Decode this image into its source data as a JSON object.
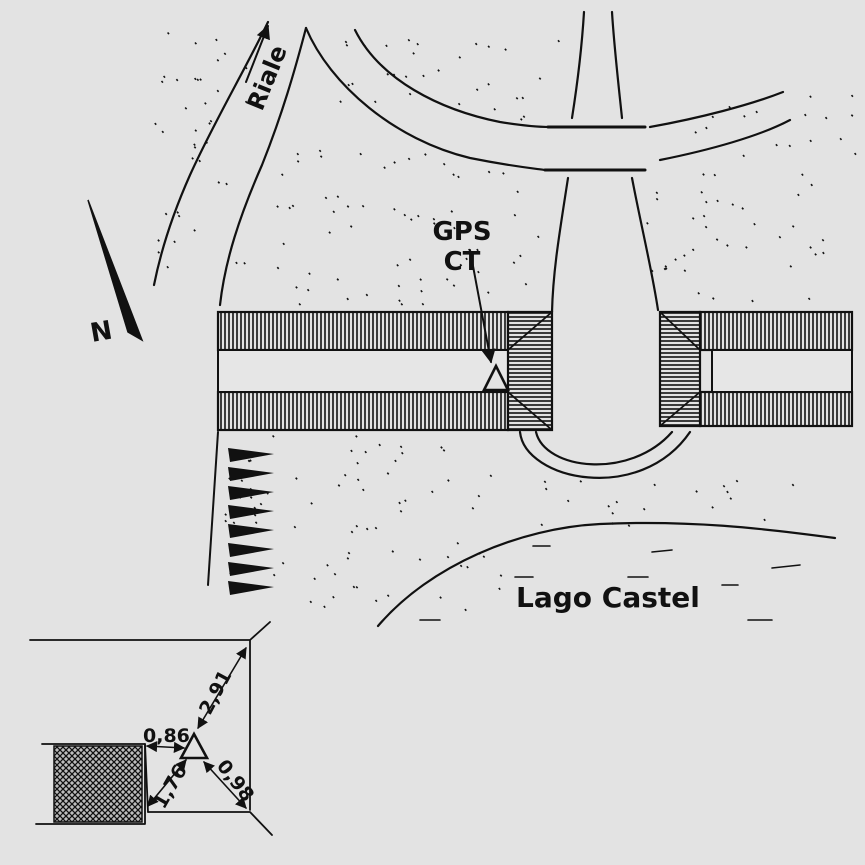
{
  "labels": {
    "stream": "Riale",
    "station_line1": "GPS",
    "station_line2": "CT",
    "lake": "Lago Castel",
    "north": "N"
  },
  "inset": {
    "measurements": [
      {
        "id": "m1",
        "value": "2,91"
      },
      {
        "id": "m2",
        "value": "0,86"
      },
      {
        "id": "m3",
        "value": "1,76"
      },
      {
        "id": "m4",
        "value": "0,98"
      }
    ]
  },
  "colors": {
    "paper": "#e3e3e3",
    "ink": "#111111",
    "lake_fill": "#dcdcdc"
  },
  "icons": {
    "station": "triangle-icon",
    "north_arrow": "north-arrow-icon"
  }
}
